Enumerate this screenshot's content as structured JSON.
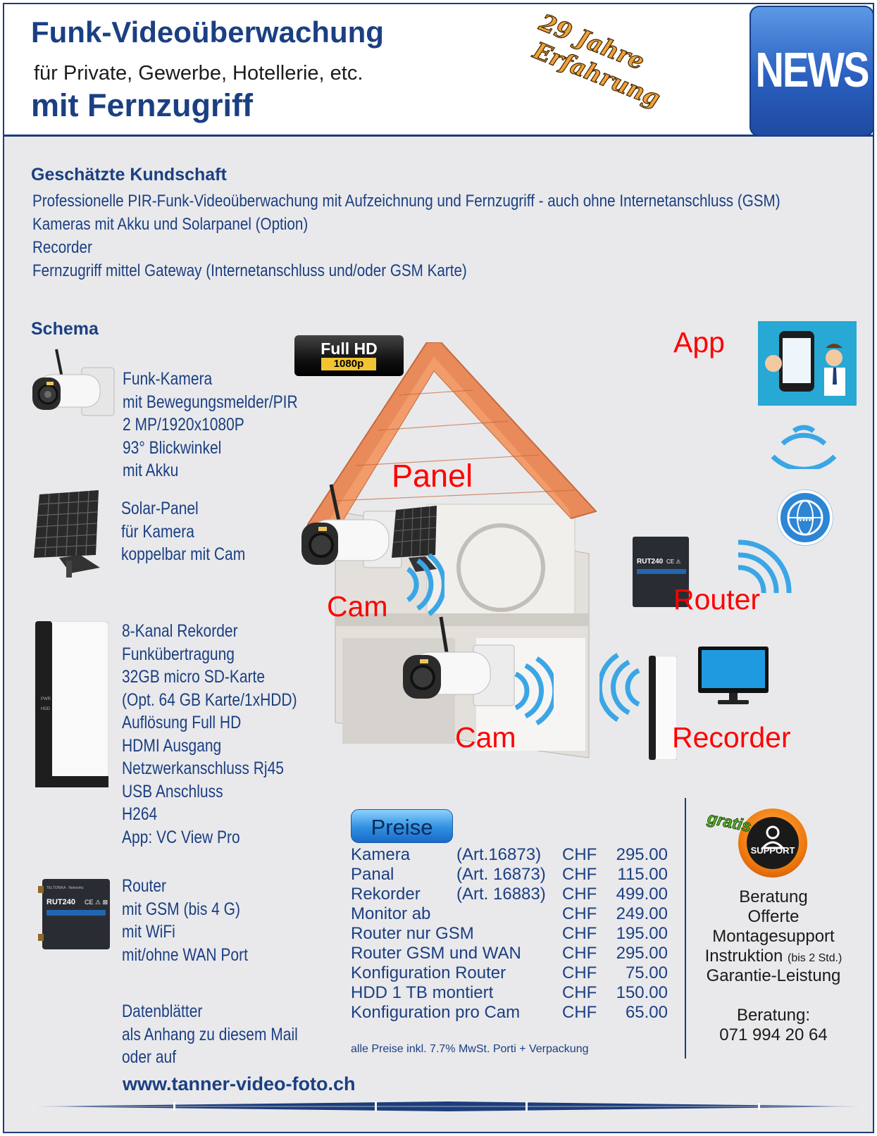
{
  "header": {
    "title": "Funk-Videoüberwachung",
    "subtitle": "für Private, Gewerbe, Hotellerie, etc.",
    "title2": "mit Fernzugriff",
    "stamp_line1": "29 Jahre",
    "stamp_line2": "Erfahrung",
    "news_badge": "NEWS"
  },
  "intro": {
    "heading": "Geschätzte Kundschaft",
    "lines": [
      "Professionelle PIR-Funk-Videoüberwachung mit Aufzeichnung und Fernzugriff - auch ohne Internetanschluss (GSM)",
      "Kameras mit Akku und Solarpanel (Option)",
      "Recorder",
      "Fernzugriff mittel Gateway (Internetanschluss und/oder GSM Karte)"
    ]
  },
  "schema": {
    "heading": "Schema",
    "camera": [
      "Funk-Kamera",
      "mit Bewegungsmelder/PIR",
      "2 MP/1920x1080P",
      "93° Blickwinkel",
      "mit Akku"
    ],
    "solar": [
      "Solar-Panel",
      "für Kamera",
      "koppelbar mit Cam"
    ],
    "recorder": [
      "8-Kanal Rekorder",
      "Funkübertragung",
      "32GB micro SD-Karte",
      "(Opt. 64 GB Karte/1xHDD)",
      "Auflösung Full HD",
      "HDMI Ausgang",
      "Netzwerkanschluss Rj45",
      "USB Anschluss",
      "H264",
      "App: VC View Pro"
    ],
    "router": [
      "Router",
      "mit GSM (bis 4 G)",
      "mit WiFi",
      "mit/ohne WAN Port"
    ],
    "datasheets": [
      "Datenblätter",
      "als Anhang zu diesem Mail",
      "oder auf"
    ],
    "router_model": "RUT240",
    "router_brand": "TELTONIKA · Networks"
  },
  "fullhd_badge": {
    "line1": "Full HD",
    "line2": "1080p"
  },
  "diagram_labels": {
    "app": "App",
    "panel": "Panel",
    "cam_top": "Cam",
    "router": "Router",
    "cam_bottom": "Cam",
    "recorder": "Recorder",
    "www": "www"
  },
  "prices": {
    "button": "Preise",
    "rows": [
      {
        "item": "Kamera",
        "art": "(Art.16873)",
        "cur": "CHF",
        "price": "295.00"
      },
      {
        "item": "Panal",
        "art": "(Art. 16873)",
        "cur": "CHF",
        "price": "115.00"
      },
      {
        "item": "Rekorder",
        "art": "(Art. 16883)",
        "cur": "CHF",
        "price": "499.00"
      },
      {
        "item": "Monitor ab",
        "art": "",
        "cur": "CHF",
        "price": "249.00"
      },
      {
        "item": "Router nur GSM",
        "art": "",
        "cur": "CHF",
        "price": "195.00"
      },
      {
        "item": "Router GSM und WAN",
        "art": "",
        "cur": "CHF",
        "price": "295.00"
      },
      {
        "item": "Konfiguration Router",
        "art": "",
        "cur": "CHF",
        "price": "75.00"
      },
      {
        "item": "HDD 1 TB montiert",
        "art": "",
        "cur": "CHF",
        "price": "150.00"
      },
      {
        "item": "Konfiguration pro Cam",
        "art": "",
        "cur": "CHF",
        "price": "65.00"
      }
    ],
    "note": "alle Preise inkl. 7.7% MwSt.  Porti + Verpackung"
  },
  "support": {
    "gratis": "gratis",
    "badge_text": "SUPPORT",
    "services": [
      "Beratung",
      "Offerte",
      "Montagesupport"
    ],
    "instruktion": "Instruktion",
    "instruktion_note": "(bis 2 Std.)",
    "garantie": "Garantie-Leistung",
    "phone_label": "Beratung:",
    "phone": "071 994 20 64"
  },
  "website": "www.tanner-video-foto.ch",
  "colors": {
    "navy": "#1b3f83",
    "label_red": "#ff0000",
    "roof": "#e98a5a",
    "wifi_blue": "#3aa6e6",
    "news_blue": "#2a5fc0"
  }
}
